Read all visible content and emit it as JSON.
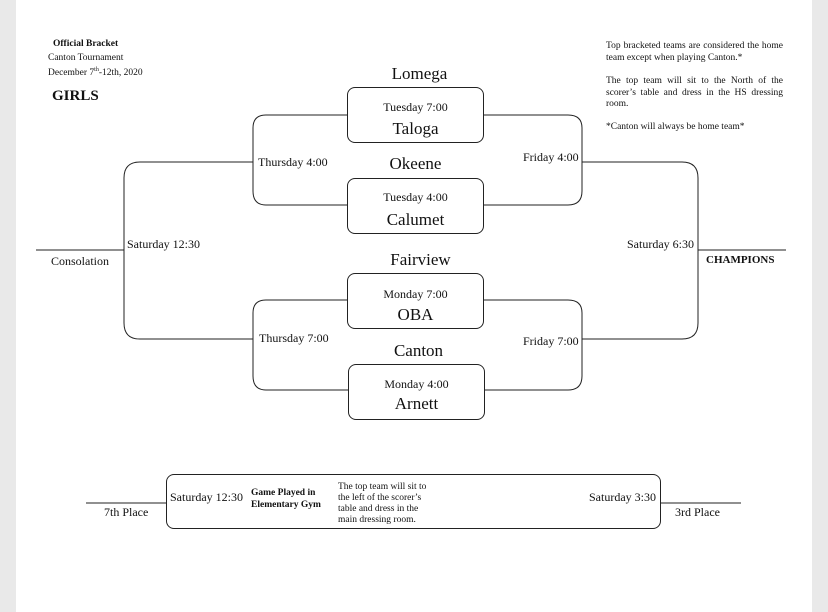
{
  "header": {
    "title": "Official Bracket",
    "tournament": "Canton Tournament",
    "dates_prefix": "December 7",
    "dates_sup": "th",
    "dates_suffix": "-12th, 2020",
    "division": "GIRLS"
  },
  "notes": {
    "line1": "Top bracketed teams are considered the home team except when playing Canton.*",
    "line2": "The top team will sit to the North of the scorer’s table and dress in the HS dressing room.",
    "line3": "*Canton will always be home team*"
  },
  "bracket": {
    "games": [
      {
        "top": "Lomega",
        "time": "Tuesday 7:00",
        "bottom": "Taloga"
      },
      {
        "top": "Okeene",
        "time": "Tuesday 4:00",
        "bottom": "Calumet"
      },
      {
        "top": "Fairview",
        "time": "Monday 7:00",
        "bottom": "OBA"
      },
      {
        "top": "Canton",
        "time": "Monday 4:00",
        "bottom": "Arnett"
      }
    ],
    "left_thursday_top": "Thursday 4:00",
    "left_thursday_bottom": "Thursday 7:00",
    "right_friday_top": "Friday 4:00",
    "right_friday_bottom": "Friday 7:00",
    "consolation_time": "Saturday 12:30",
    "consolation_label": "Consolation",
    "championship_time": "Saturday 6:30",
    "championship_label": "CHAMPIONS"
  },
  "placement": {
    "left_time": "Saturday 12:30",
    "left_label": "7th Place",
    "gym_note": "Game Played in Elementary Gym",
    "seating_note_1": "The top team will sit to",
    "seating_note_2": "the left of the scorer’s",
    "seating_note_3": "table and dress in the",
    "seating_note_4": "main dressing room.",
    "right_time": "Saturday 3:30",
    "right_label": "3rd Place"
  }
}
